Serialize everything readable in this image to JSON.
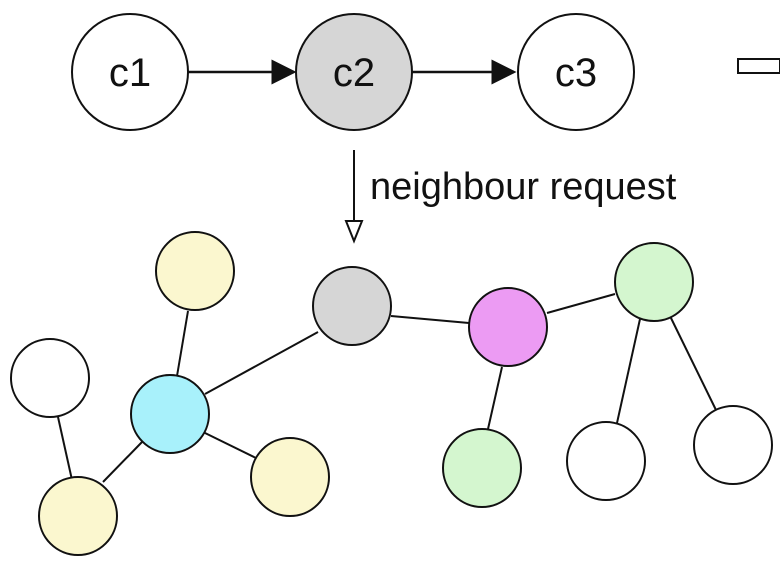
{
  "chain": {
    "nodes": [
      {
        "label": "c1",
        "fill": "#ffffff"
      },
      {
        "label": "c2",
        "fill": "#d6d6d6"
      },
      {
        "label": "c3",
        "fill": "#ffffff"
      }
    ]
  },
  "request": {
    "label": "neighbour request"
  },
  "colors": {
    "stroke": "#111111",
    "white_node": "#ffffff",
    "gray_node": "#d6d6d6",
    "yellow_node": "#fbf7cf",
    "cyan_node": "#a8f1fb",
    "magenta_node": "#ec9bf3",
    "green_node": "#d4f6cf"
  }
}
